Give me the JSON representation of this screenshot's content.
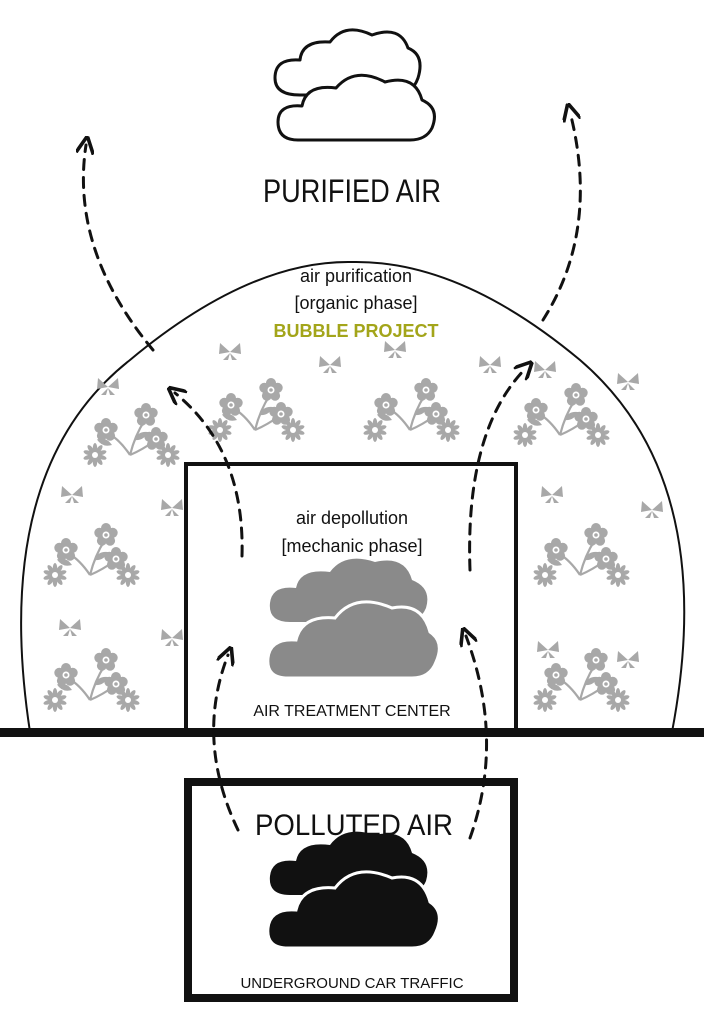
{
  "title": "PURIFIED AIR",
  "dome": {
    "line1": "air purification",
    "line2": "[organic phase]",
    "project": "BUBBLE PROJECT"
  },
  "center": {
    "line1": "air depollution",
    "line2": "[mechanic phase]",
    "name": "AIR TREATMENT CENTER"
  },
  "underground": {
    "title": "POLLUTED AIR",
    "name": "UNDERGROUND CAR TRAFFIC"
  },
  "colors": {
    "project_text": "#a3a51a",
    "flower_gray": "#a8a8a8",
    "cloud_gray": "#8a8a8a",
    "ink": "#111111"
  },
  "icons": {
    "top_cloud": "cloud-outline-icon",
    "center_cloud": "cloud-gray-icon",
    "bottom_cloud": "cloud-black-icon",
    "flowers": "flower-pattern-icon",
    "butterflies": "butterfly-icon"
  }
}
